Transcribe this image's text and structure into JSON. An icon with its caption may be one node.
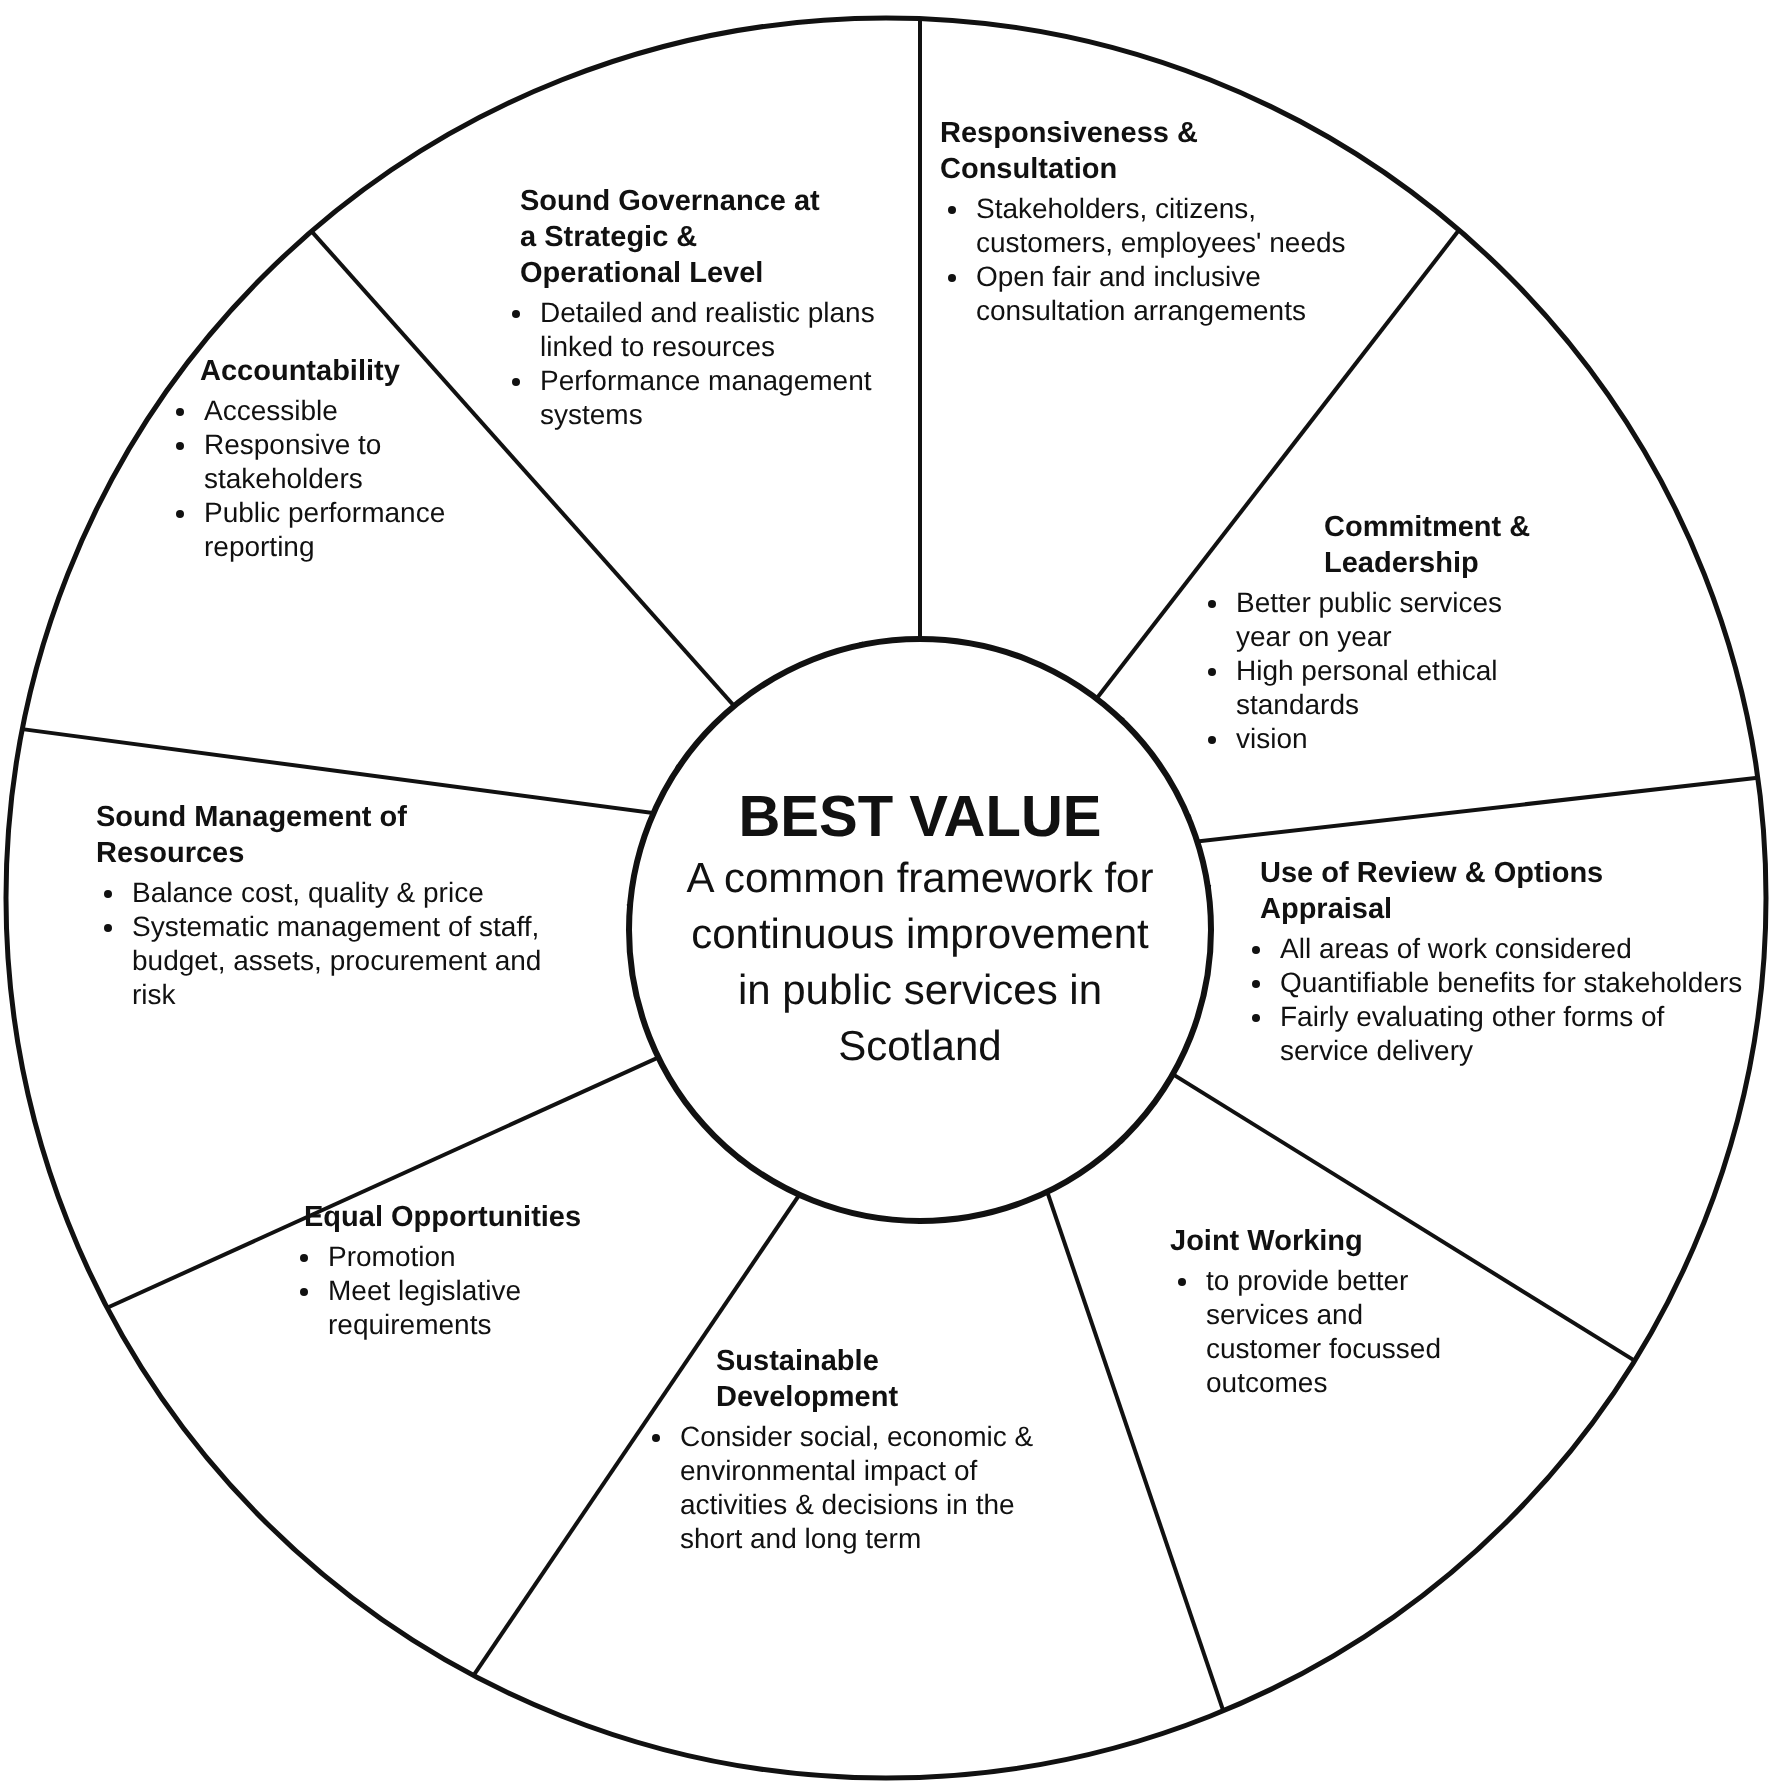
{
  "diagram": {
    "nodes": [
      {
        "text": [
          "Sound Governance at a Strategic & Operational Level",
          "Detailed and realistic plans linked to resources",
          "Performance management systems"
        ]
      },
      {
        "text": [
          "Responsiveness & Consultation",
          "Stakeholders, citizens, customers, employees' needs",
          "Open fair and inclusive consultation arrangements"
        ]
      },
      {
        "text": [
          "Accountability",
          "Accessible",
          "Responsive to stakeholders",
          "Public performance reporting"
        ]
      },
      {
        "text": [
          "Commitment & Leadership",
          "Better public services year on year",
          "High personal ethical standards",
          "vision"
        ]
      },
      {
        "text": [
          "BEST VALUE",
          "A common framework for continuous improvement in public services in Scotland"
        ]
      },
      {
        "text": [
          "Sound Management of Resources",
          "Balance cost, quality & price",
          "Systematic management of staff, budget, assets, procurement and risk"
        ]
      },
      {
        "text": [
          "Use of Review & Options Appraisal",
          "All areas of work considered",
          "Quantifiable benefits for stakeholders",
          "Fairly evaluating other forms of service delivery"
        ]
      },
      {
        "text": [
          "Equal Opportunities",
          "Promotion",
          "Meet legislative requirements"
        ]
      },
      {
        "text": [
          "Joint Working",
          "to provide better services and customer focussed outcomes"
        ]
      },
      {
        "text": [
          "Sustainable Development",
          "Consider social, economic & environmental impact of activities & decisions in the short and long term"
        ]
      }
    ]
  }
}
